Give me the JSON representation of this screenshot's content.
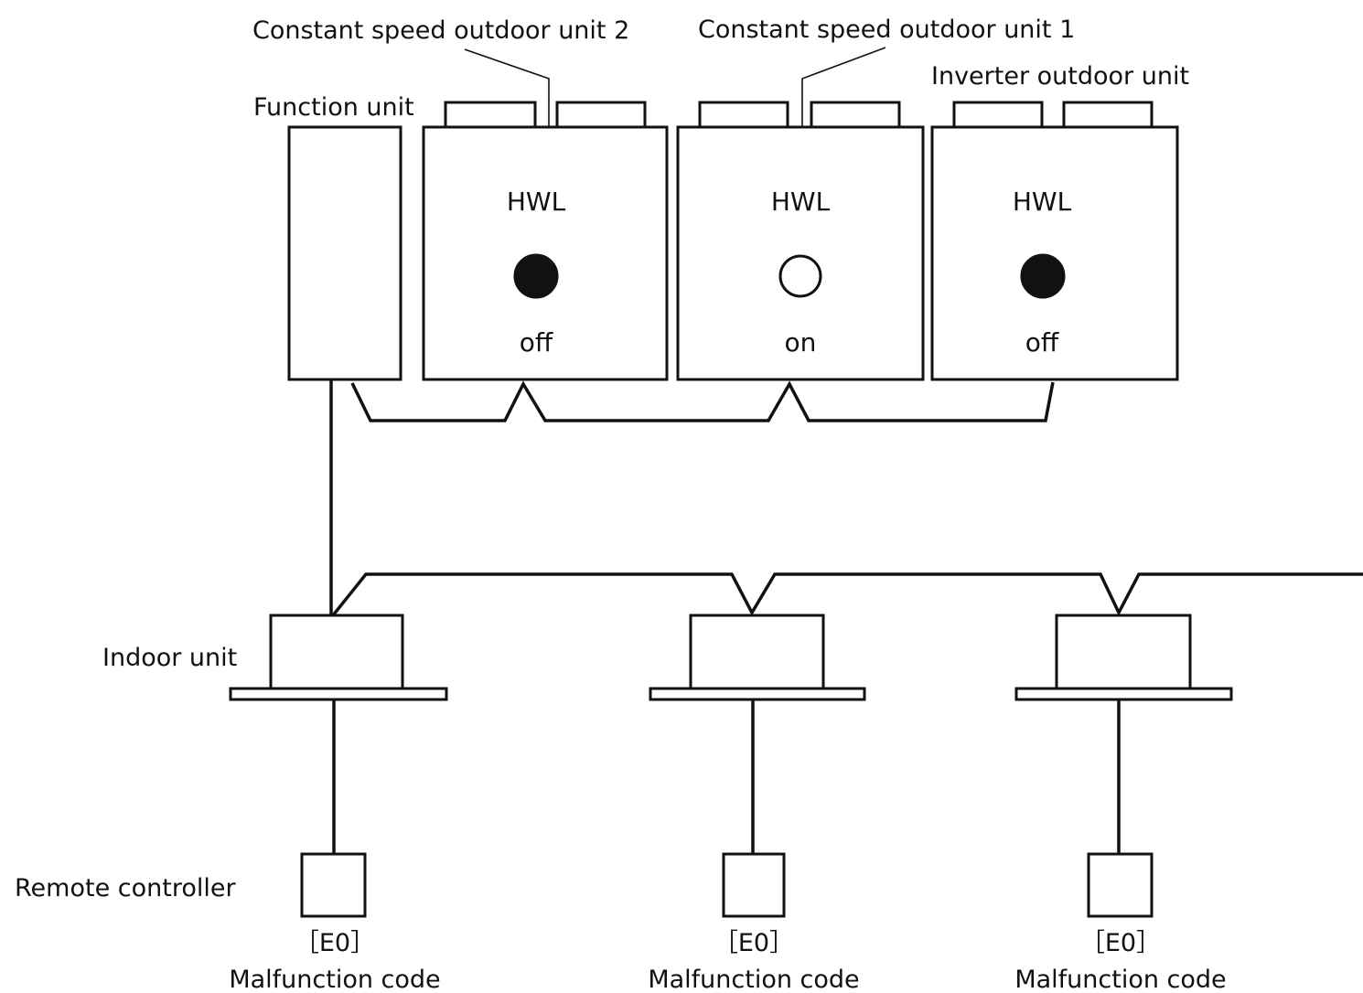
{
  "labels": {
    "constant_speed_unit_2": "Constant speed outdoor unit 2",
    "constant_speed_unit_1": "Constant speed outdoor unit 1",
    "inverter_unit": "Inverter outdoor unit",
    "function_unit": "Function unit",
    "indoor_unit": "Indoor unit",
    "remote_controller": "Remote controller"
  },
  "outdoor_units": [
    {
      "name": "Constant speed outdoor unit 2",
      "lamp_label": "HWL",
      "lamp_state": "off",
      "lamp_lit": false
    },
    {
      "name": "Constant speed outdoor unit 1",
      "lamp_label": "HWL",
      "lamp_state": "on",
      "lamp_lit": true
    },
    {
      "name": "Inverter outdoor unit",
      "lamp_label": "HWL",
      "lamp_state": "off",
      "lamp_lit": false
    }
  ],
  "indoor_units": [
    {
      "remote_display": "［E0］",
      "caption": "Malfunction code"
    },
    {
      "remote_display": "［E0］",
      "caption": "Malfunction code"
    },
    {
      "remote_display": "［E0］",
      "caption": "Malfunction code"
    }
  ],
  "colors": {
    "line": "#111111",
    "background": "#ffffff",
    "lamp_off_fill": "#111111",
    "lamp_on_fill": "#ffffff"
  }
}
